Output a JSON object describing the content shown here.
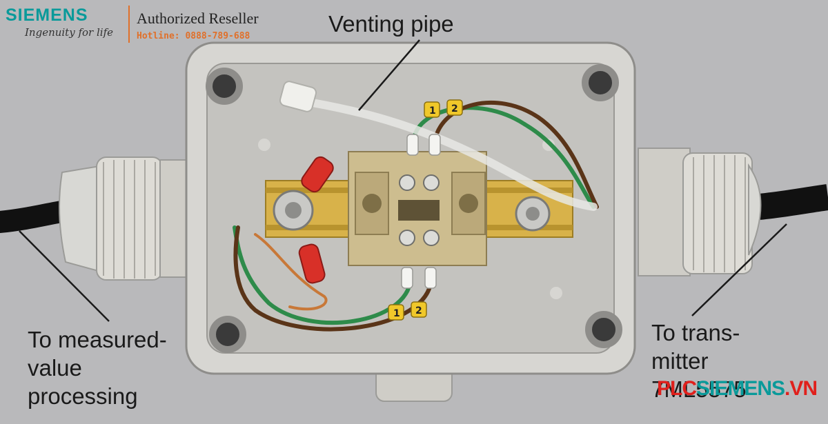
{
  "logo": {
    "brand": "SIEMENS",
    "tagline": "Ingenuity for life",
    "reseller": "Authorized Reseller",
    "hotline": "Hotline: 0888-789-688"
  },
  "labels": {
    "venting": "Venting pipe",
    "measured": [
      "To measured-",
      "value",
      "processing"
    ],
    "transmitter": [
      "To trans-",
      "mitter",
      "7ML5575"
    ]
  },
  "watermark": {
    "plc": "PLC",
    "siemens": "SIEMENS",
    "vn": ".VN"
  },
  "colors": {
    "brand_teal": "#0a9a9a",
    "hotline_orange": "#e0702a",
    "watermark_red": "#e0201c"
  }
}
